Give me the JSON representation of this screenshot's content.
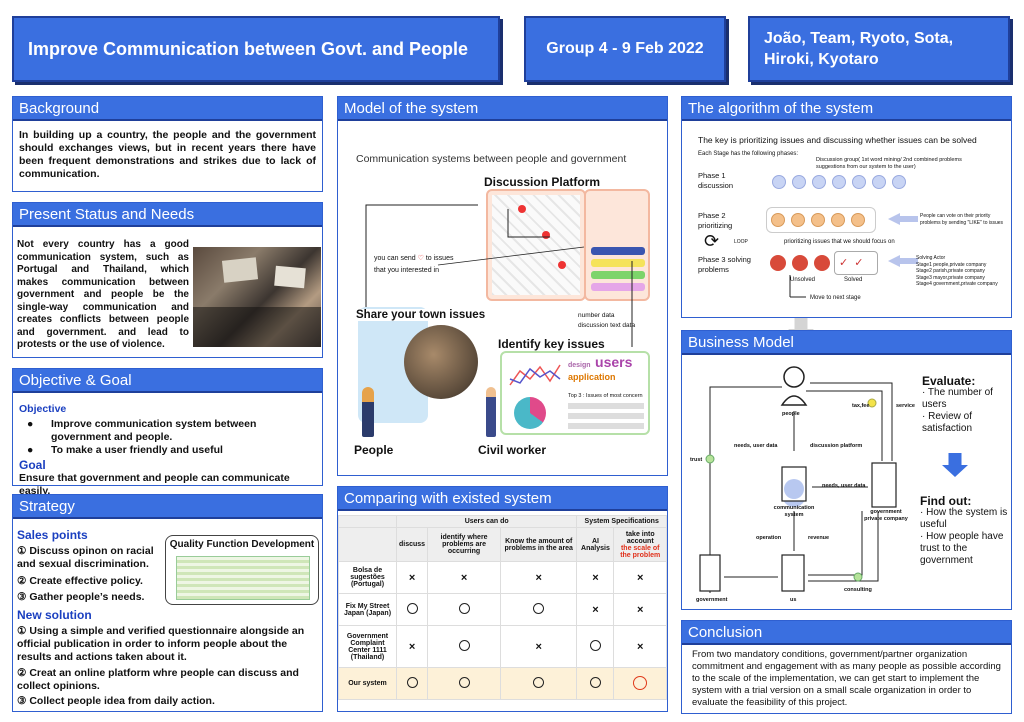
{
  "header": {
    "title": "Improve Communication between Govt. and People",
    "group": "Group 4 - 9 Feb 2022",
    "authors": "João, Team, Ryoto, Sota, Hiroki, Kyotaro"
  },
  "background": {
    "title": "Background",
    "text": "In building up a country, the people and the government should exchanges views, but in recent years there have been frequent demonstrations and strikes due to lack of communication."
  },
  "status": {
    "title": "Present Status and Needs",
    "text": "Not every country has a good communication system, such as Portugal and Thailand, which makes communication between government and people be the single-way communication and creates conflicts between people and government. and lead to protests or the use of violence."
  },
  "objective": {
    "title": "Objective & Goal",
    "obj_label": "Objective",
    "obj_items": [
      "Improve communication system between government and people.",
      "To make a user friendly and useful"
    ],
    "goal_label": "Goal",
    "goal_text": "Ensure that government and people can communicate easily."
  },
  "strategy": {
    "title": "Strategy",
    "sales_label": "Sales points",
    "sales_items": [
      "① Discuss opinon on racial and sexual discrimination.",
      "② Create effective policy.",
      "③ Gather people’s needs."
    ],
    "qfd_label": "Quality Function Development",
    "new_label": "New solution",
    "new_items": [
      "① Using a simple and verified questionnaire alongside an official publication in order to inform people about the results and actions taken about it.",
      "② Creat an online platform whre people can discuss and collect opinions.",
      "③ Collect people idea from daily action."
    ]
  },
  "model": {
    "title": "Model of the system",
    "subtitle": "Communication systems between people and government",
    "discussion_platform": "Discussion Platform",
    "send_text_1": "you can send",
    "send_text_2": "to issues",
    "send_text_3": "that you interested in",
    "share_label": "Share your town issues",
    "identify_label": "Identify key issues",
    "people_label": "People",
    "civil_label": "Civil worker",
    "number_data": "number data",
    "discussion_text": "discussion text data",
    "top3": "Top 3 : Issues of most concern",
    "wordcloud": [
      "design",
      "users",
      "application"
    ]
  },
  "compare": {
    "title": "Comparing with existed system",
    "group1": "Users can do",
    "group2": "System Specifications",
    "cols": [
      "discuss",
      "identify where problems are occurring",
      "Know the amount of problems in the area",
      "AI Analysis"
    ],
    "last_col_1": "take into account",
    "last_col_2": "the scale of the problem",
    "rows": [
      {
        "name": "Bolsa de sugestões (Portugal)",
        "vals": [
          "x",
          "x",
          "x",
          "x",
          "x"
        ]
      },
      {
        "name": "Fix My Street Japan (Japan)",
        "vals": [
          "o",
          "o",
          "o",
          "x",
          "x"
        ]
      },
      {
        "name": "Government Complaint Center 1111 (Thailand)",
        "vals": [
          "x",
          "o",
          "x",
          "o",
          "x"
        ]
      },
      {
        "name": "Our system",
        "vals": [
          "o",
          "o",
          "o",
          "o",
          "O"
        ]
      }
    ]
  },
  "algorithm": {
    "title": "The algorithm of the system",
    "key": "The key is prioritizing issues and discussing whether issues can be solved",
    "stage_text": "Each Stage has the following phases:",
    "phase1": "Phase 1 discussion",
    "phase1_note": "Discussion group( 1st word mining/ 2nd combined problems suggestions from our system to the user)",
    "phase2": "Phase 2 prioritizing",
    "loop": "LOOP",
    "phase2_note": "People can vote on their priority problems by sending \"LIKE\" to issues",
    "prioritizing": "prioritizing issues that we should focus on",
    "phase3": "Phase 3 solving problems",
    "unsolved": "Unsolved",
    "solved": "Solved",
    "solving_actor": "Solving Actor",
    "actors": [
      "Stage1 people,private company",
      "Stage2 parish,private company",
      "Stage3 mayor,private company",
      "Stage4 government,private company"
    ],
    "next": "Move to next stage"
  },
  "business": {
    "title": "Business Model",
    "people": "people",
    "tax": "tax,fee",
    "service": "service",
    "needs": "needs, user data",
    "platform": "discussion platform",
    "trust": "trust",
    "needs2": "needs, user data",
    "comm": "communication system",
    "gov_priv": "government private company",
    "operation": "operation",
    "revenue": "revenue",
    "government": "government",
    "us": "us",
    "consulting": "consulting",
    "evaluate": "Evaluate",
    "eval_items": [
      "· The number of users",
      "· Review of satisfaction"
    ],
    "findout": "Find out",
    "find_items": [
      "· How the system is useful",
      "· How people have trust to the government"
    ]
  },
  "conclusion": {
    "title": "Conclusion",
    "text": "From two mandatory conditions, government/partner organization commitment and engagement with as many people as possible according to the scale of the implementation, we can get start to implement the system with a trial version on a small scale organization in order to evaluate the feasibility of this project."
  }
}
